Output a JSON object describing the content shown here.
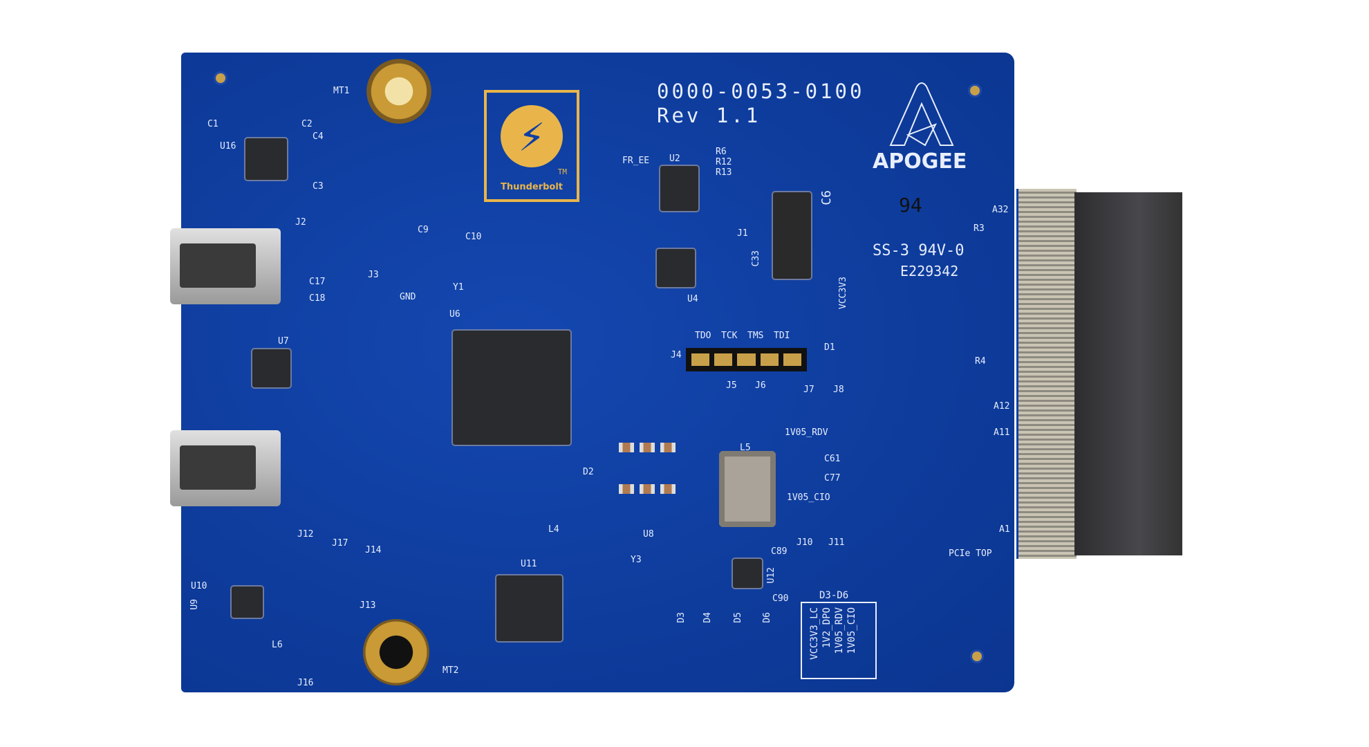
{
  "board": {
    "part_number": "0000-0053-0100",
    "revision": "Rev 1.1",
    "brand": "APOGEE",
    "thunderbolt_label": "Thunderbolt",
    "thunderbolt_tm": "TM",
    "cert_line1": "SS-3 94V-0",
    "cert_line2": "E229342",
    "handwritten_mark": "94",
    "pcie_label": "PCIe TOP",
    "mount_holes": [
      "MT1",
      "MT2"
    ],
    "led_group_label": "D3-D6",
    "led_rails": [
      "VCC3V3_LC",
      "1V2_DPO",
      "1V05_RDV",
      "1V05_CIO"
    ],
    "jtag_labels": [
      "TDO",
      "TCK",
      "TMS",
      "TDI"
    ],
    "edge_labels": [
      "A32",
      "A12",
      "A11",
      "A1",
      "R3",
      "R4"
    ],
    "refdes": [
      "U16",
      "C1",
      "C2",
      "C4",
      "C3",
      "J2",
      "C17",
      "C18",
      "U7",
      "J3",
      "GND",
      "U6",
      "Y1",
      "C9",
      "C10",
      "FR_EE",
      "U2",
      "R6",
      "R12",
      "R13",
      "J1",
      "C6",
      "C33",
      "U4",
      "VCC3V3",
      "D1",
      "J4",
      "J5",
      "J6",
      "J7",
      "J8",
      "1V05_RDV",
      "L5",
      "C61",
      "C77",
      "1V05_CIO",
      "J10",
      "J11",
      "U11",
      "L4",
      "Y3",
      "D2",
      "U8",
      "U12",
      "C89",
      "C90",
      "J12",
      "J17",
      "J14",
      "J13",
      "J16",
      "L6",
      "U10",
      "U9",
      "D3",
      "D4",
      "D5",
      "D6"
    ]
  },
  "colors": {
    "pcb": "#0f3fa3",
    "silkscreen": "#e8eefc",
    "gold": "#e9b54a"
  }
}
